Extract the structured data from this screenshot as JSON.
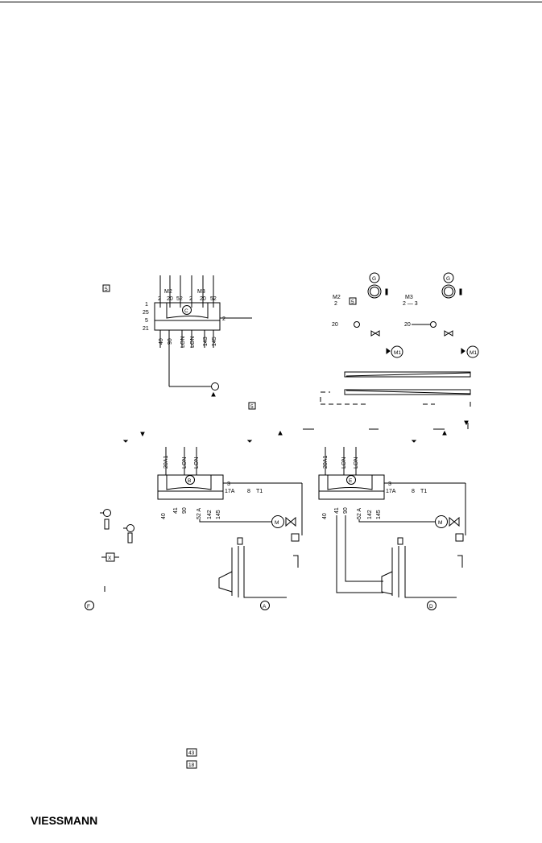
{
  "brand": {
    "name": "VIESSMANN",
    "color": "#c8102e"
  },
  "callouts": {
    "A": "A",
    "B": "B",
    "C": "C",
    "D": "D",
    "E": "E",
    "F": "F",
    "G": "G"
  },
  "unit_C": {
    "top_pins": [
      "2",
      "20",
      "52",
      "2",
      "20",
      "52"
    ],
    "top_groups": [
      "M2",
      "M3"
    ],
    "left_pins": [
      "1",
      "25",
      "5",
      "21"
    ],
    "right_pin": "2",
    "bottom_pins": [
      "40",
      "90",
      "LON",
      "LON",
      "143",
      "145"
    ]
  },
  "right_top": {
    "m2_label": "M2",
    "m2_pin": "2",
    "m3_label": "M3",
    "m3_pins": "2 — 3",
    "pin_20_left": "20",
    "pin_20_right": "20",
    "motor1": "M1",
    "motor2": "M1"
  },
  "unit_B": {
    "top_pins": [
      "20A1",
      "LON",
      "LON"
    ],
    "right_pins": [
      "3",
      "17A",
      "8",
      "T1"
    ],
    "bottom_pins": [
      "40",
      "41",
      "90",
      "52 A",
      "142",
      "145"
    ],
    "motor": "M"
  },
  "unit_E": {
    "top_pins": [
      "20A1",
      "LON",
      "LON"
    ],
    "right_pins": [
      "3",
      "17A",
      "8",
      "T1"
    ],
    "bottom_pins": [
      "40",
      "41",
      "90",
      "52 A",
      "142",
      "145"
    ],
    "motor": "M"
  },
  "small_boxes": {
    "s1": "5",
    "s2": "5",
    "s3": "5",
    "s4": "X",
    "s5": "43",
    "s6": "18"
  }
}
